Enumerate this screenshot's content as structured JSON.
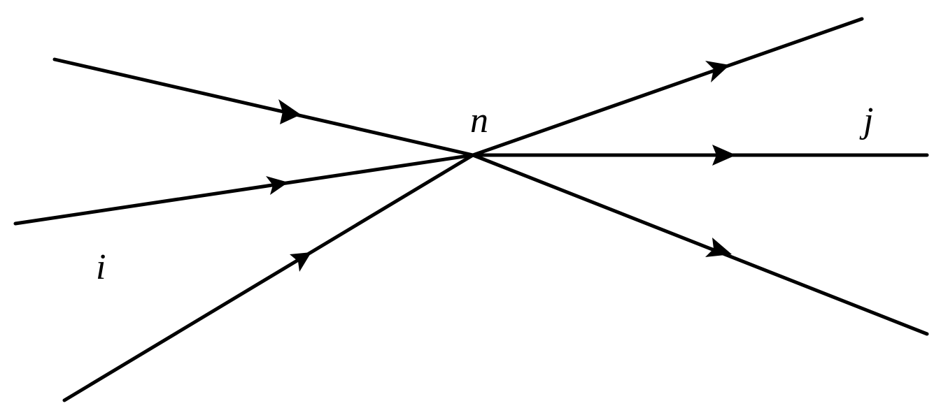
{
  "labels": {
    "source": "i",
    "center": "n",
    "target": "j"
  },
  "colors": {
    "stroke": "#000000",
    "background": "#ffffff"
  },
  "edges": {
    "incoming_count": 3,
    "outgoing_count": 3
  }
}
